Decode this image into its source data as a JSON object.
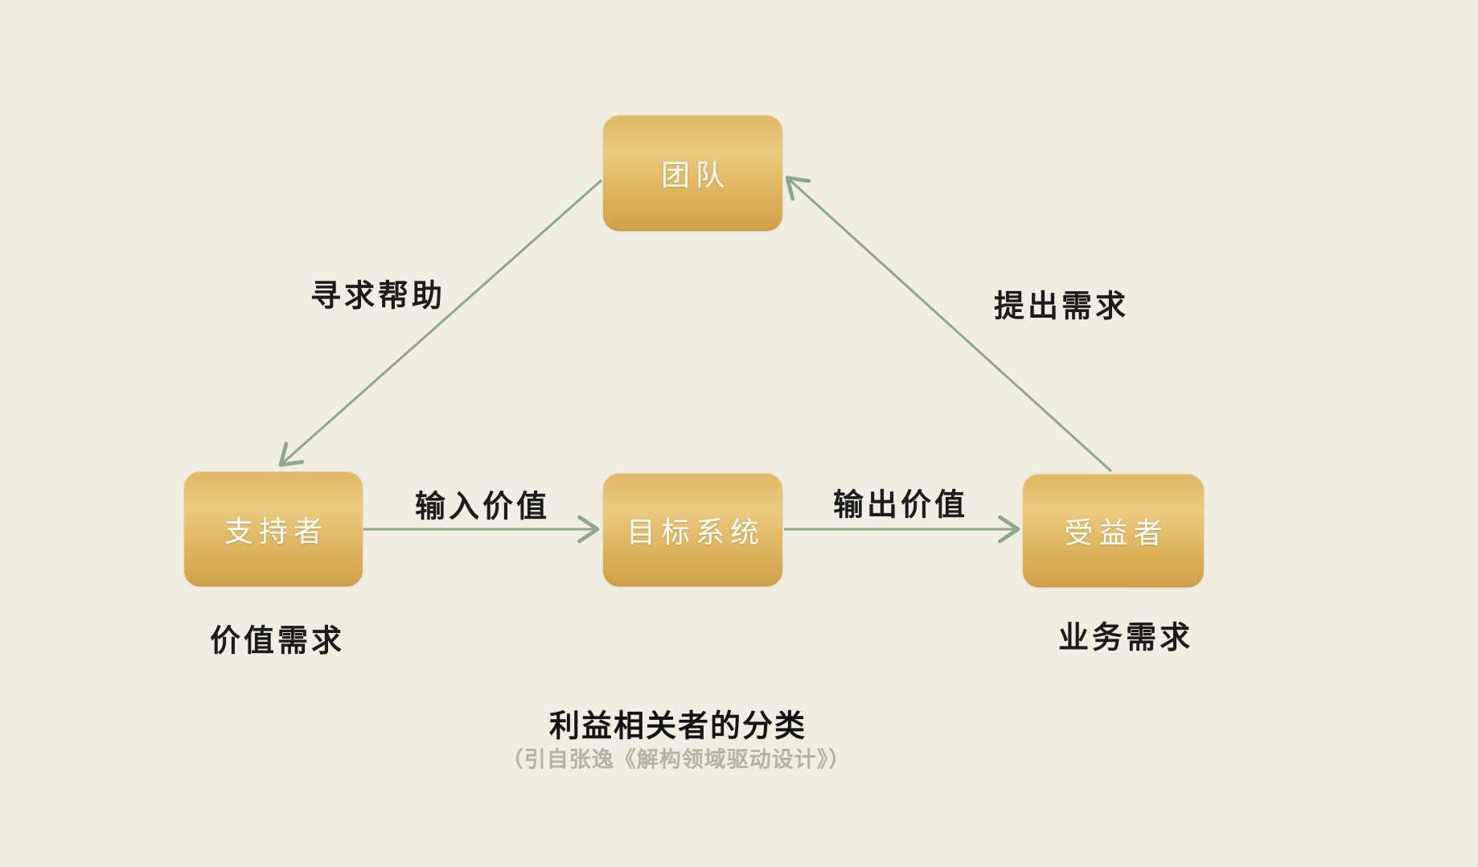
{
  "diagram": {
    "nodes": [
      {
        "id": "team",
        "label": "团队"
      },
      {
        "id": "supporter",
        "label": "支持者"
      },
      {
        "id": "target-system",
        "label": "目标系统"
      },
      {
        "id": "beneficiary",
        "label": "受益者"
      }
    ],
    "edges": [
      {
        "from": "team",
        "to": "supporter",
        "label": "寻求帮助"
      },
      {
        "from": "beneficiary",
        "to": "team",
        "label": "提出需求"
      },
      {
        "from": "supporter",
        "to": "target-system",
        "label": "输入价值"
      },
      {
        "from": "target-system",
        "to": "beneficiary",
        "label": "输出价值"
      }
    ],
    "annotations": [
      {
        "for": "supporter",
        "label": "价值需求"
      },
      {
        "for": "beneficiary",
        "label": "业务需求"
      }
    ],
    "caption": {
      "title": "利益相关者的分类",
      "subtitle": "（引自张逸《解构领域驱动设计》）"
    },
    "colors": {
      "background": "#F0EDE3",
      "node_fill_top": "#DFB765",
      "node_fill_mid": "#EBCA80",
      "node_fill_bottom": "#CFA149",
      "node_text": "#FFFFFF",
      "arrow": "#8FA88A",
      "label_text": "#1C1C1C",
      "subtitle_text": "#B5B2A9"
    }
  }
}
